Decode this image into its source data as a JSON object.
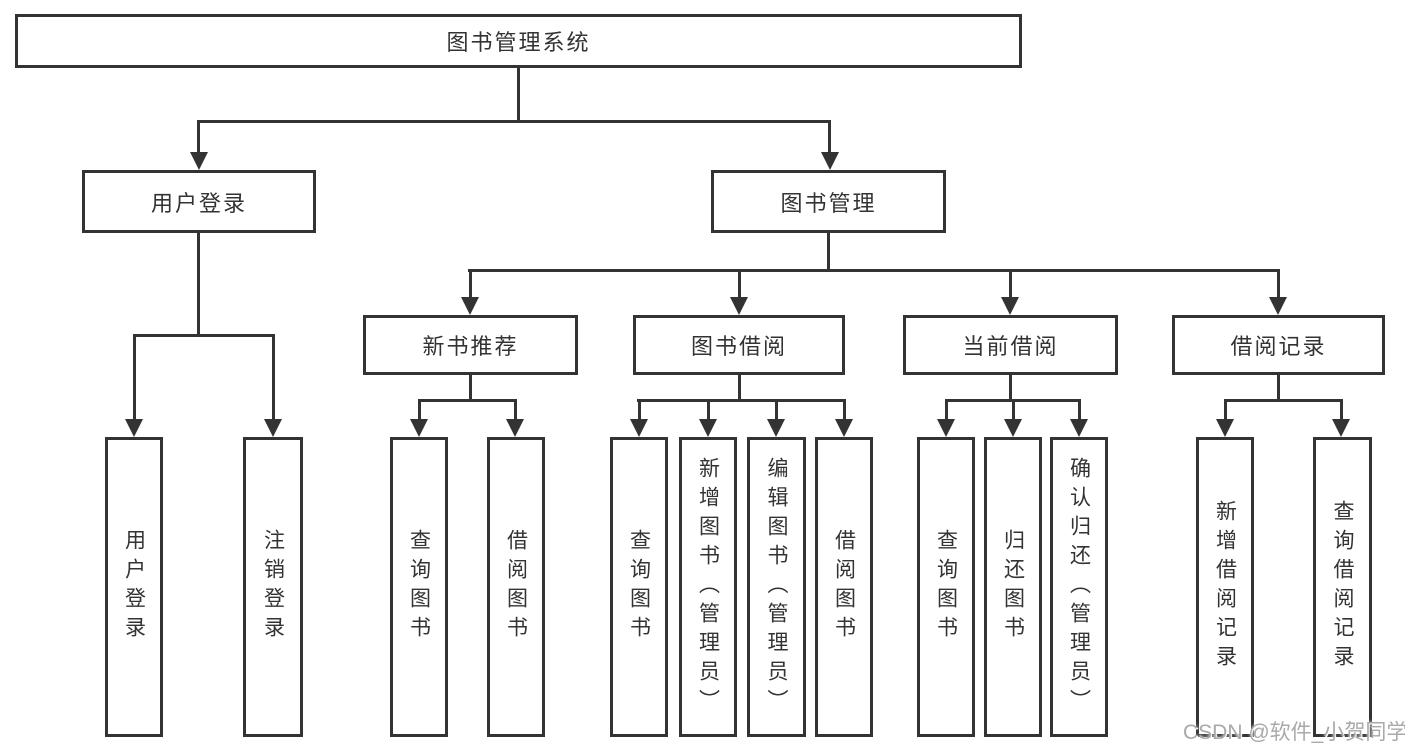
{
  "tree": {
    "root": {
      "label": "图书管理系统",
      "children": [
        {
          "label": "用户登录",
          "children": [
            {
              "label": "用户登录"
            },
            {
              "label": "注销登录"
            }
          ]
        },
        {
          "label": "图书管理",
          "children": [
            {
              "label": "新书推荐",
              "children": [
                {
                  "label": "查询图书"
                },
                {
                  "label": "借阅图书"
                }
              ]
            },
            {
              "label": "图书借阅",
              "children": [
                {
                  "label": "查询图书"
                },
                {
                  "label": "新增图书（管理员）"
                },
                {
                  "label": "编辑图书（管理员）"
                },
                {
                  "label": "借阅图书"
                }
              ]
            },
            {
              "label": "当前借阅",
              "children": [
                {
                  "label": "查询图书"
                },
                {
                  "label": "归还图书"
                },
                {
                  "label": "确认归还（管理员）"
                }
              ]
            },
            {
              "label": "借阅记录",
              "children": [
                {
                  "label": "新增借阅记录"
                },
                {
                  "label": "查询借阅记录"
                }
              ]
            }
          ]
        }
      ]
    }
  },
  "watermark": {
    "text": "CSDN @软件_小贺同学"
  },
  "colors": {
    "line": "#333333",
    "background": "#ffffff",
    "watermark": "#a9a9a9"
  }
}
